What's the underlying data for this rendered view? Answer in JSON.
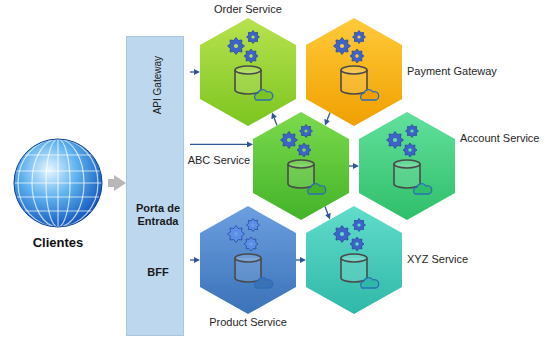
{
  "diagram": {
    "nodes": [
      {
        "text": [
          "Clientes"
        ]
      },
      {
        "text": [
          "API Gateway",
          "Porta de Entrada",
          "BFF"
        ]
      },
      {
        "text": [
          "Order Service"
        ]
      },
      {
        "text": [
          "Payment Gateway"
        ]
      },
      {
        "text": [
          "ABC Service"
        ]
      },
      {
        "text": [
          "Account Service"
        ]
      },
      {
        "text": [
          "Product Service"
        ]
      },
      {
        "text": [
          "XYZ Service"
        ]
      }
    ],
    "edges": [
      {
        "from": 0,
        "to": 1,
        "arrow": "to"
      },
      {
        "from": 1,
        "to": 2,
        "arrow": "to"
      },
      {
        "from": 1,
        "to": 4,
        "arrow": "to"
      },
      {
        "from": 1,
        "to": 6,
        "arrow": "to"
      },
      {
        "from": 4,
        "to": 2,
        "arrow": "to"
      },
      {
        "from": 3,
        "to": 4,
        "arrow": "to"
      },
      {
        "from": 4,
        "to": 5,
        "arrow": "to"
      },
      {
        "from": 4,
        "to": 7,
        "arrow": "to"
      },
      {
        "from": 6,
        "to": 7,
        "arrow": "to"
      }
    ]
  }
}
